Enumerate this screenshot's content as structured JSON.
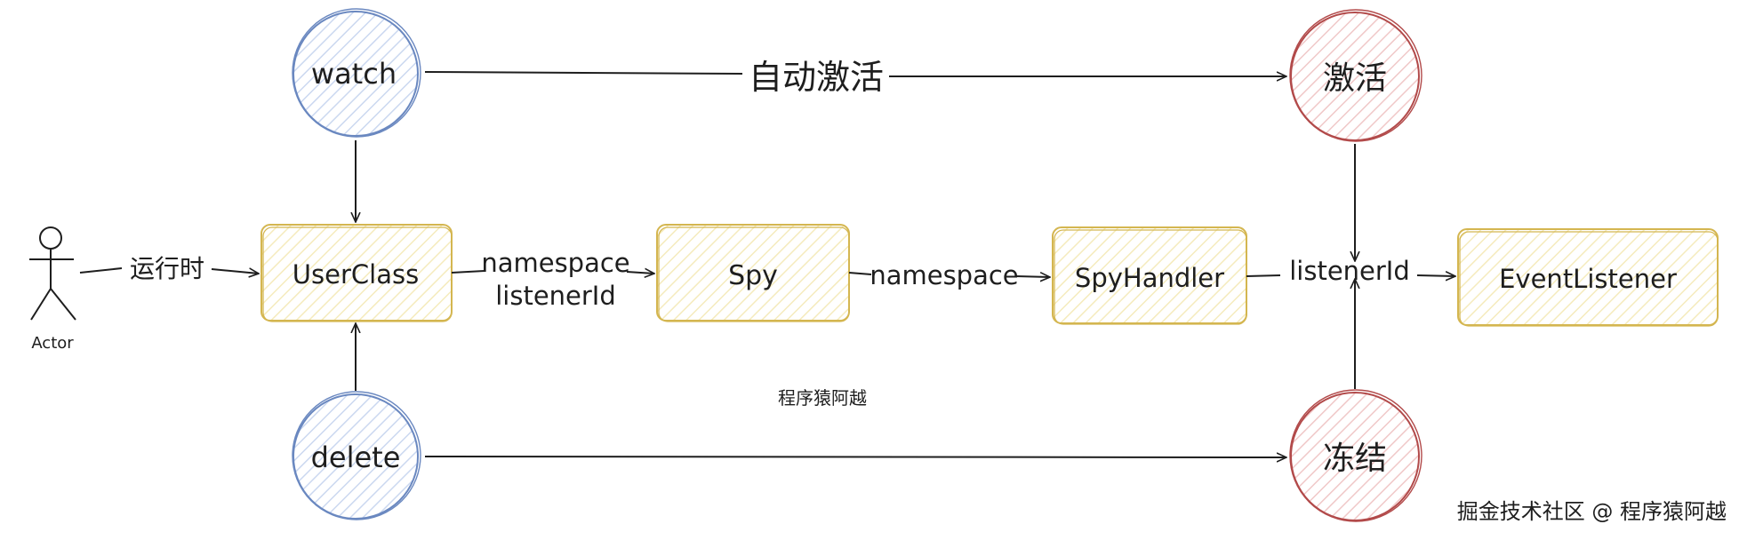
{
  "colors": {
    "blue": "#6a88c0",
    "blue_fill": "#dfe7f5",
    "red": "#b24a4a",
    "red_fill": "#f6dcdc",
    "box_stroke": "#d4b650",
    "box_fill": "#fcf6da",
    "line": "#1e1e1e"
  },
  "actor": {
    "label": "Actor"
  },
  "nodes": {
    "watch": "watch",
    "delete": "delete",
    "activate": "激活",
    "freeze": "冻结",
    "user_class": "UserClass",
    "spy": "Spy",
    "spy_handler": "SpyHandler",
    "event_listener": "EventListener"
  },
  "edges": {
    "auto_activate": "自动激活",
    "runtime": "运行时",
    "uc_spy_1": "namespace",
    "uc_spy_2": "listenerId",
    "spy_handler": "namespace",
    "handler_listener": "listenerId"
  },
  "caption": "程序猿阿越",
  "watermark": "掘金技术社区 @ 程序猿阿越"
}
